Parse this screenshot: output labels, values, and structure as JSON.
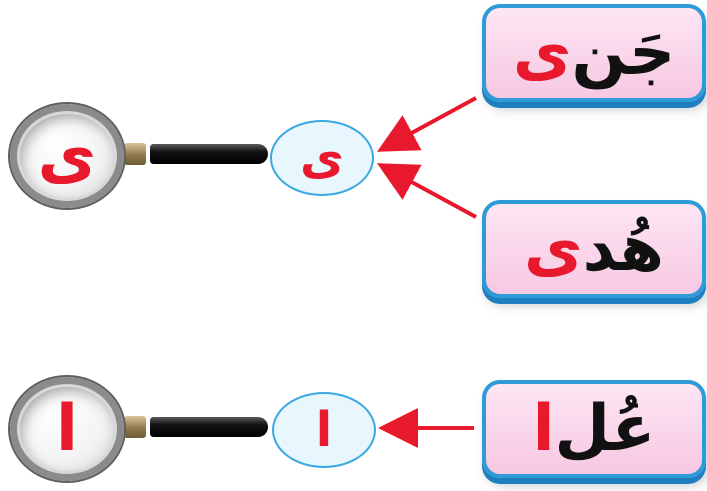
{
  "rows": [
    {
      "words": [
        {
          "base": "جَن",
          "highlight": "ى"
        },
        {
          "base": "هُد",
          "highlight": "ى"
        }
      ],
      "circle_letter": "ى",
      "magnifier_letter": "ى"
    },
    {
      "words": [
        {
          "base": "عُل",
          "highlight": "ا"
        }
      ],
      "circle_letter": "ا",
      "magnifier_letter": "ا"
    }
  ],
  "colors": {
    "highlight": "#e8192c",
    "card_border": "#2f9ad8",
    "card_fill": "#f7c8e2",
    "circle_border": "#3aa8e0",
    "arrow": "#e8192c"
  },
  "icons": {
    "magnifier": "magnifying-glass-icon"
  }
}
